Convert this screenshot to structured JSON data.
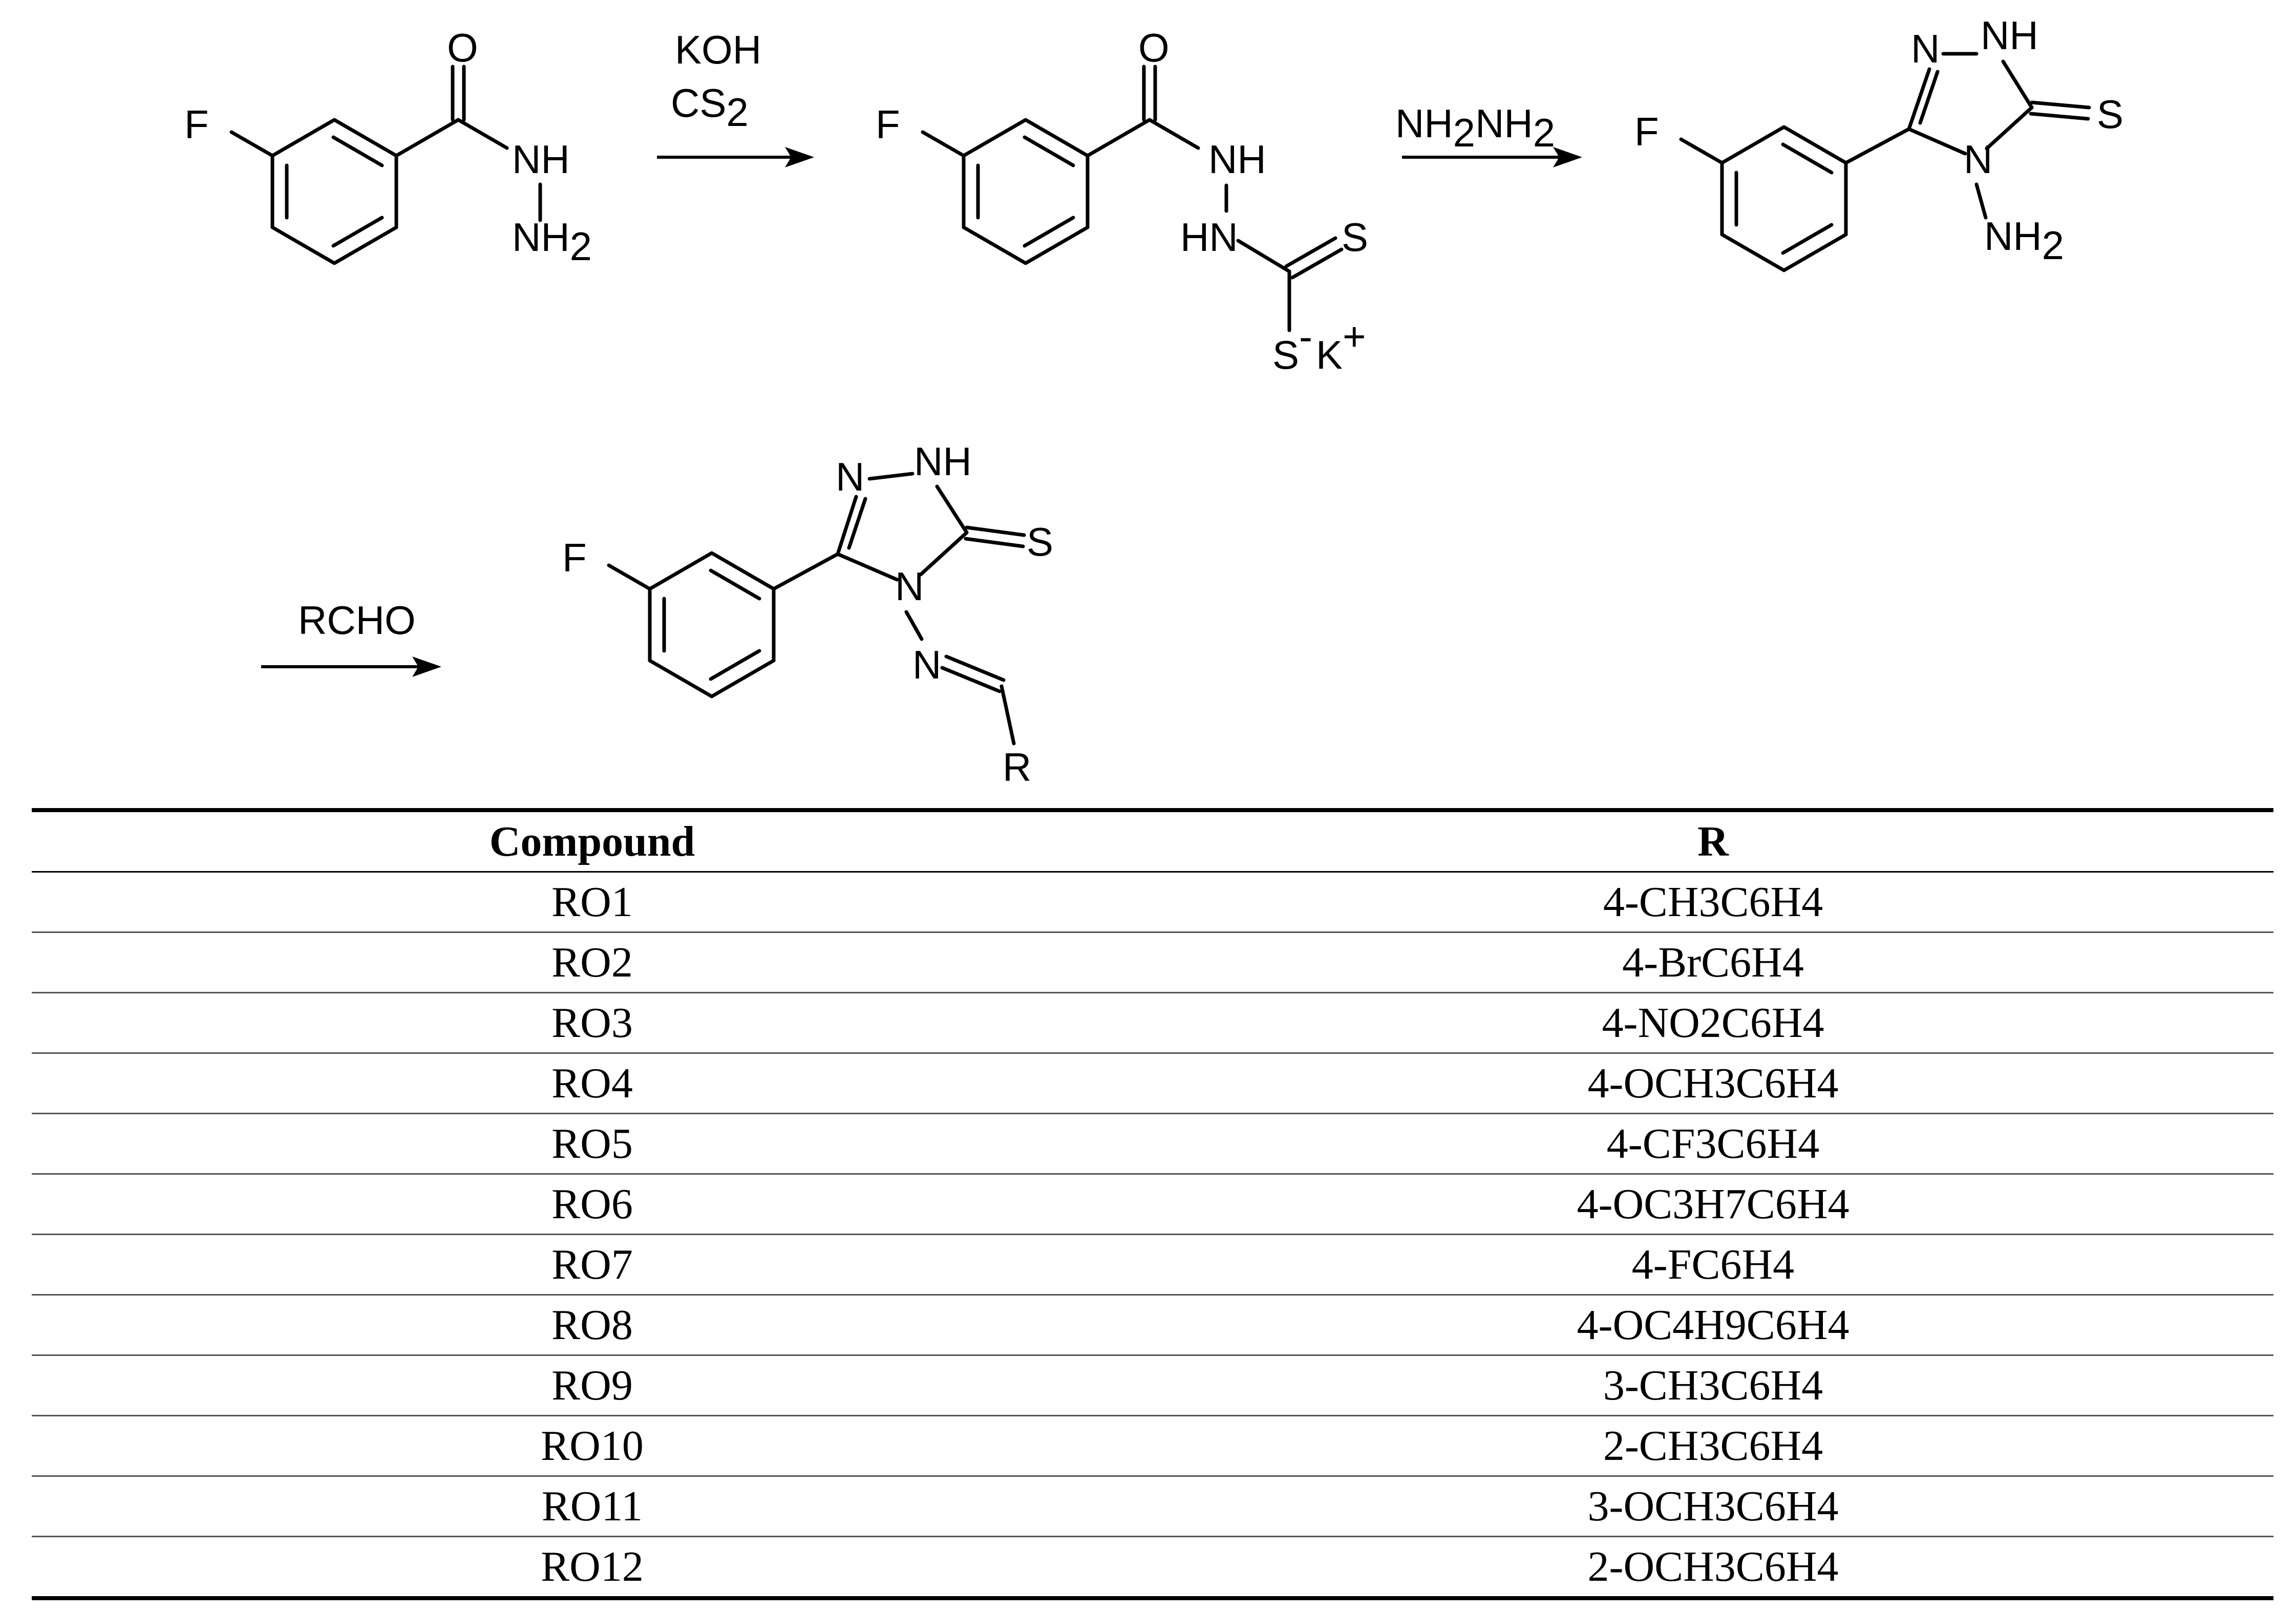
{
  "scheme": {
    "step1_reagents": [
      "KOH",
      "CS",
      "2"
    ],
    "step2_reagent": [
      "NH",
      "2",
      "NH",
      "2"
    ],
    "step3_reagent": "RCHO",
    "atoms": {
      "F": "F",
      "O": "O",
      "NH": "NH",
      "NH2": [
        "NH",
        "2"
      ],
      "HN": "HN",
      "S": "S",
      "S_minus": [
        "S",
        "-"
      ],
      "K_plus": [
        "K",
        "+"
      ],
      "N": "N",
      "R": "R"
    }
  },
  "table": {
    "headers": {
      "compound": "Compound",
      "r": "R"
    },
    "rows": [
      {
        "compound": "RO1",
        "r": "4-CH3C6H4"
      },
      {
        "compound": "RO2",
        "r": "4-BrC6H4"
      },
      {
        "compound": "RO3",
        "r": "4-NO2C6H4"
      },
      {
        "compound": "RO4",
        "r": "4-OCH3C6H4"
      },
      {
        "compound": "RO5",
        "r": "4-CF3C6H4"
      },
      {
        "compound": "RO6",
        "r": "4-OC3H7C6H4"
      },
      {
        "compound": "RO7",
        "r": "4-FC6H4"
      },
      {
        "compound": "RO8",
        "r": "4-OC4H9C6H4"
      },
      {
        "compound": "RO9",
        "r": "3-CH3C6H4"
      },
      {
        "compound": "RO10",
        "r": "2-CH3C6H4"
      },
      {
        "compound": "RO11",
        "r": "3-OCH3C6H4"
      },
      {
        "compound": "RO12",
        "r": "2-OCH3C6H4"
      }
    ]
  }
}
